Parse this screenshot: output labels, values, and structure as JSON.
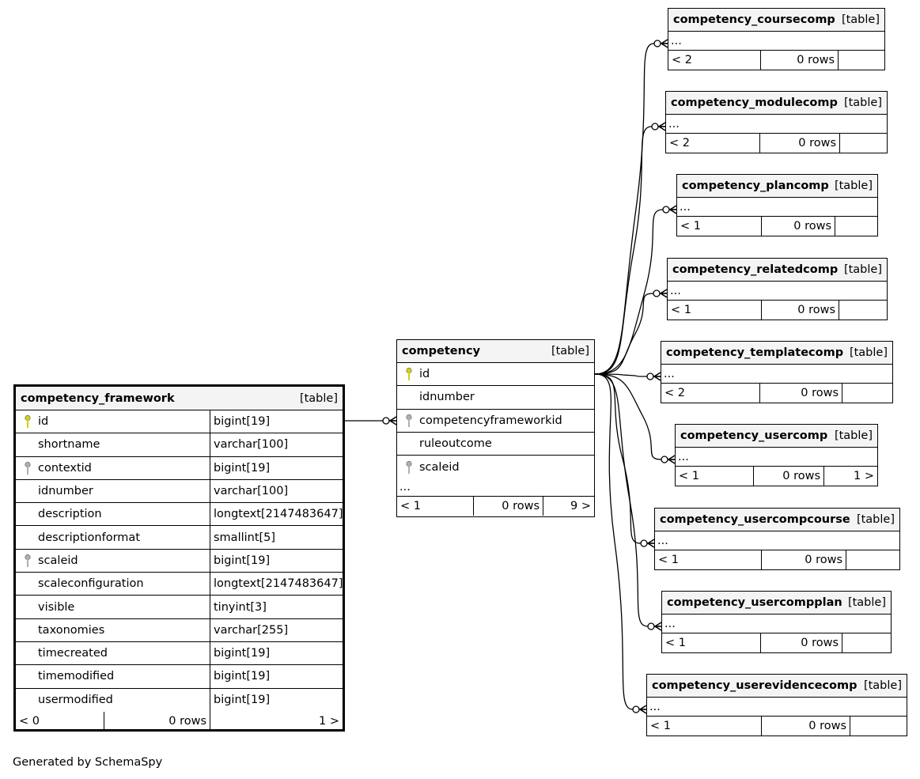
{
  "footer": "Generated by SchemaSpy",
  "colors": {
    "header_bg": "#f4f4f4",
    "primary_key": "#d4d400",
    "foreign_key": "#b0b0b0",
    "line": "#000000"
  },
  "framework": {
    "name": "competency_framework",
    "type": "[table]",
    "columns": [
      {
        "name": "id",
        "type": "bigint[19]",
        "key": "primary-key-icon"
      },
      {
        "name": "shortname",
        "type": "varchar[100]",
        "key": ""
      },
      {
        "name": "contextid",
        "type": "bigint[19]",
        "key": "foreign-key-icon"
      },
      {
        "name": "idnumber",
        "type": "varchar[100]",
        "key": ""
      },
      {
        "name": "description",
        "type": "longtext[2147483647]",
        "key": ""
      },
      {
        "name": "descriptionformat",
        "type": "smallint[5]",
        "key": ""
      },
      {
        "name": "scaleid",
        "type": "bigint[19]",
        "key": "foreign-key-icon"
      },
      {
        "name": "scaleconfiguration",
        "type": "longtext[2147483647]",
        "key": ""
      },
      {
        "name": "visible",
        "type": "tinyint[3]",
        "key": ""
      },
      {
        "name": "taxonomies",
        "type": "varchar[255]",
        "key": ""
      },
      {
        "name": "timecreated",
        "type": "bigint[19]",
        "key": ""
      },
      {
        "name": "timemodified",
        "type": "bigint[19]",
        "key": ""
      },
      {
        "name": "usermodified",
        "type": "bigint[19]",
        "key": ""
      }
    ],
    "footer": {
      "parents": "< 0",
      "rows": "0 rows",
      "children": "1 >"
    }
  },
  "competency": {
    "name": "competency",
    "type": "[table]",
    "columns": [
      {
        "name": "id",
        "key": "primary-key-icon"
      },
      {
        "name": "idnumber",
        "key": ""
      },
      {
        "name": "competencyframeworkid",
        "key": "foreign-key-icon"
      },
      {
        "name": "ruleoutcome",
        "key": ""
      },
      {
        "name": "scaleid",
        "key": "foreign-key-icon"
      }
    ],
    "more": "...",
    "footer": {
      "parents": "< 1",
      "rows": "0 rows",
      "children": "9 >"
    }
  },
  "children": [
    {
      "name": "competency_coursecomp",
      "type": "[table]",
      "more": "...",
      "parents": "< 2",
      "rows": "0 rows",
      "children": ""
    },
    {
      "name": "competency_modulecomp",
      "type": "[table]",
      "more": "...",
      "parents": "< 2",
      "rows": "0 rows",
      "children": ""
    },
    {
      "name": "competency_plancomp",
      "type": "[table]",
      "more": "...",
      "parents": "< 1",
      "rows": "0 rows",
      "children": ""
    },
    {
      "name": "competency_relatedcomp",
      "type": "[table]",
      "more": "...",
      "parents": "< 1",
      "rows": "0 rows",
      "children": ""
    },
    {
      "name": "competency_templatecomp",
      "type": "[table]",
      "more": "...",
      "parents": "< 2",
      "rows": "0 rows",
      "children": ""
    },
    {
      "name": "competency_usercomp",
      "type": "[table]",
      "more": "...",
      "parents": "< 1",
      "rows": "0 rows",
      "children": "1 >"
    },
    {
      "name": "competency_usercompcourse",
      "type": "[table]",
      "more": "...",
      "parents": "< 1",
      "rows": "0 rows",
      "children": ""
    },
    {
      "name": "competency_usercompplan",
      "type": "[table]",
      "more": "...",
      "parents": "< 1",
      "rows": "0 rows",
      "children": ""
    },
    {
      "name": "competency_userevidencecomp",
      "type": "[table]",
      "more": "...",
      "parents": "< 1",
      "rows": "0 rows",
      "children": ""
    }
  ]
}
